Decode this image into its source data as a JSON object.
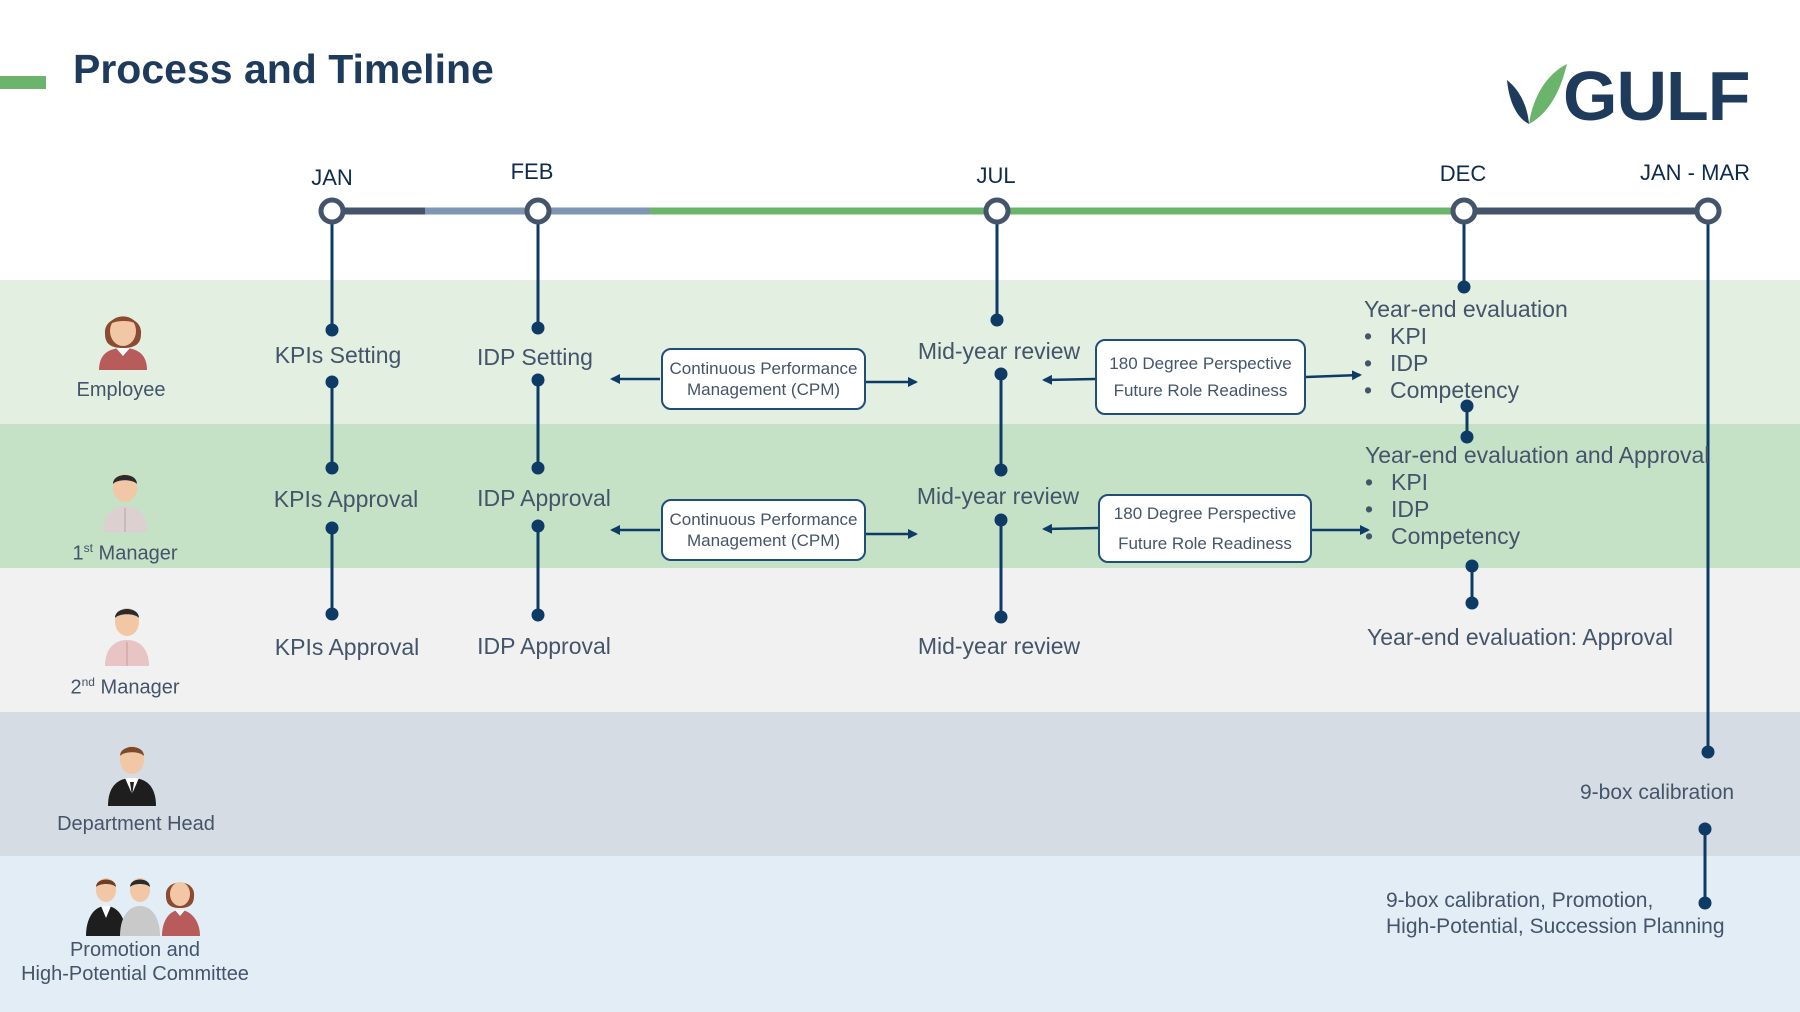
{
  "title": "Process and Timeline",
  "logo": {
    "text": "GULF",
    "colors": {
      "leaf_dark": "#1f3b5c",
      "leaf_green": "#6ab46c",
      "text": "#1f3b5c"
    }
  },
  "colors": {
    "accent_green": "#6ab46c",
    "navy": "#1f3b5c",
    "connector": "#0e3a66",
    "band_employee": "#e2efe1",
    "band_manager1": "#c5e2c6",
    "band_manager2": "#f1f1f1",
    "band_depthead": "#d6dce4",
    "band_committee": "#e3edf6"
  },
  "timeline": {
    "months": [
      "JAN",
      "FEB",
      "JUL",
      "DEC",
      "JAN - MAR"
    ]
  },
  "roles": {
    "employee": {
      "label": "Employee",
      "icon": "woman-avatar-icon"
    },
    "manager1": {
      "label": "1st Manager",
      "base": "1",
      "sup": "st",
      "rest": " Manager",
      "icon": "man-avatar-icon"
    },
    "manager2": {
      "label": "2nd Manager",
      "base": "2",
      "sup": "nd",
      "rest": " Manager",
      "icon": "man-avatar-icon"
    },
    "depthead": {
      "label": "Department Head",
      "icon": "businessman-avatar-icon"
    },
    "committee": {
      "line1": "Promotion and",
      "line2": "High-Potential Committee",
      "icon": "group-avatar-icon"
    }
  },
  "stages": {
    "employee": {
      "jan": "KPIs Setting",
      "feb": "IDP Setting",
      "jul": "Mid-year review"
    },
    "manager1": {
      "jan": "KPIs Approval",
      "feb": "IDP Approval",
      "jul": "Mid-year review"
    },
    "manager2": {
      "jan": "KPIs Approval",
      "feb": "IDP Approval",
      "jul": "Mid-year review"
    }
  },
  "boxes": {
    "cpm": {
      "line1": "Continuous Performance",
      "line2": "Management (CPM)"
    },
    "perspective": {
      "line1": "180 Degree Perspective",
      "line2": "Future Role Readiness"
    }
  },
  "year_end": {
    "employee": {
      "heading": "Year-end evaluation",
      "items": [
        "KPI",
        "IDP",
        "Competency"
      ]
    },
    "manager1": {
      "heading": "Year-end evaluation and Approval",
      "items": [
        "KPI",
        "IDP",
        "Competency"
      ]
    },
    "manager2": {
      "heading": "Year-end evaluation: Approval"
    }
  },
  "calibration": {
    "depthead": "9-box calibration",
    "committee_line1": "9-box calibration, Promotion,",
    "committee_line2": "High-Potential, Succession Planning"
  }
}
